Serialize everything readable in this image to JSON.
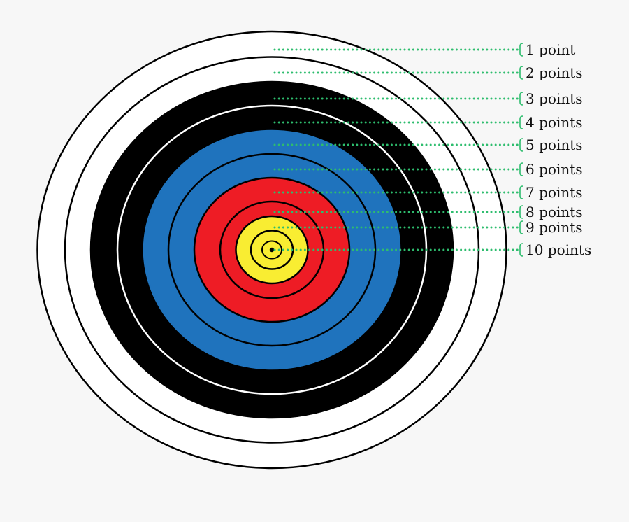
{
  "diagram": {
    "ring_colors": {
      "white": "#ffffff",
      "black": "#000000",
      "blue": "#1f73bd",
      "red": "#ee1c25",
      "yellow": "#f9ed32",
      "leader": "#2ebd6e"
    },
    "rings": [
      {
        "points": 1,
        "fill": "white",
        "outline": "#000000"
      },
      {
        "points": 2,
        "fill": "white",
        "outline": "#000000"
      },
      {
        "points": 3,
        "fill": "black",
        "outline": "#000000"
      },
      {
        "points": 4,
        "fill": "black",
        "outline": "#ffffff"
      },
      {
        "points": 5,
        "fill": "blue",
        "outline": "#1f73bd"
      },
      {
        "points": 6,
        "fill": "blue",
        "outline": "#000000"
      },
      {
        "points": 7,
        "fill": "red",
        "outline": "#000000"
      },
      {
        "points": 8,
        "fill": "red",
        "outline": "#000000"
      },
      {
        "points": 9,
        "fill": "yellow",
        "outline": "#000000"
      },
      {
        "points": 10,
        "fill": "yellow",
        "outline": "#000000"
      }
    ],
    "labels": [
      "1 point",
      "2 points",
      "3 points",
      "4 points",
      "5 points",
      "6 points",
      "7 points",
      "8 points",
      "9 points",
      "10 points"
    ]
  }
}
